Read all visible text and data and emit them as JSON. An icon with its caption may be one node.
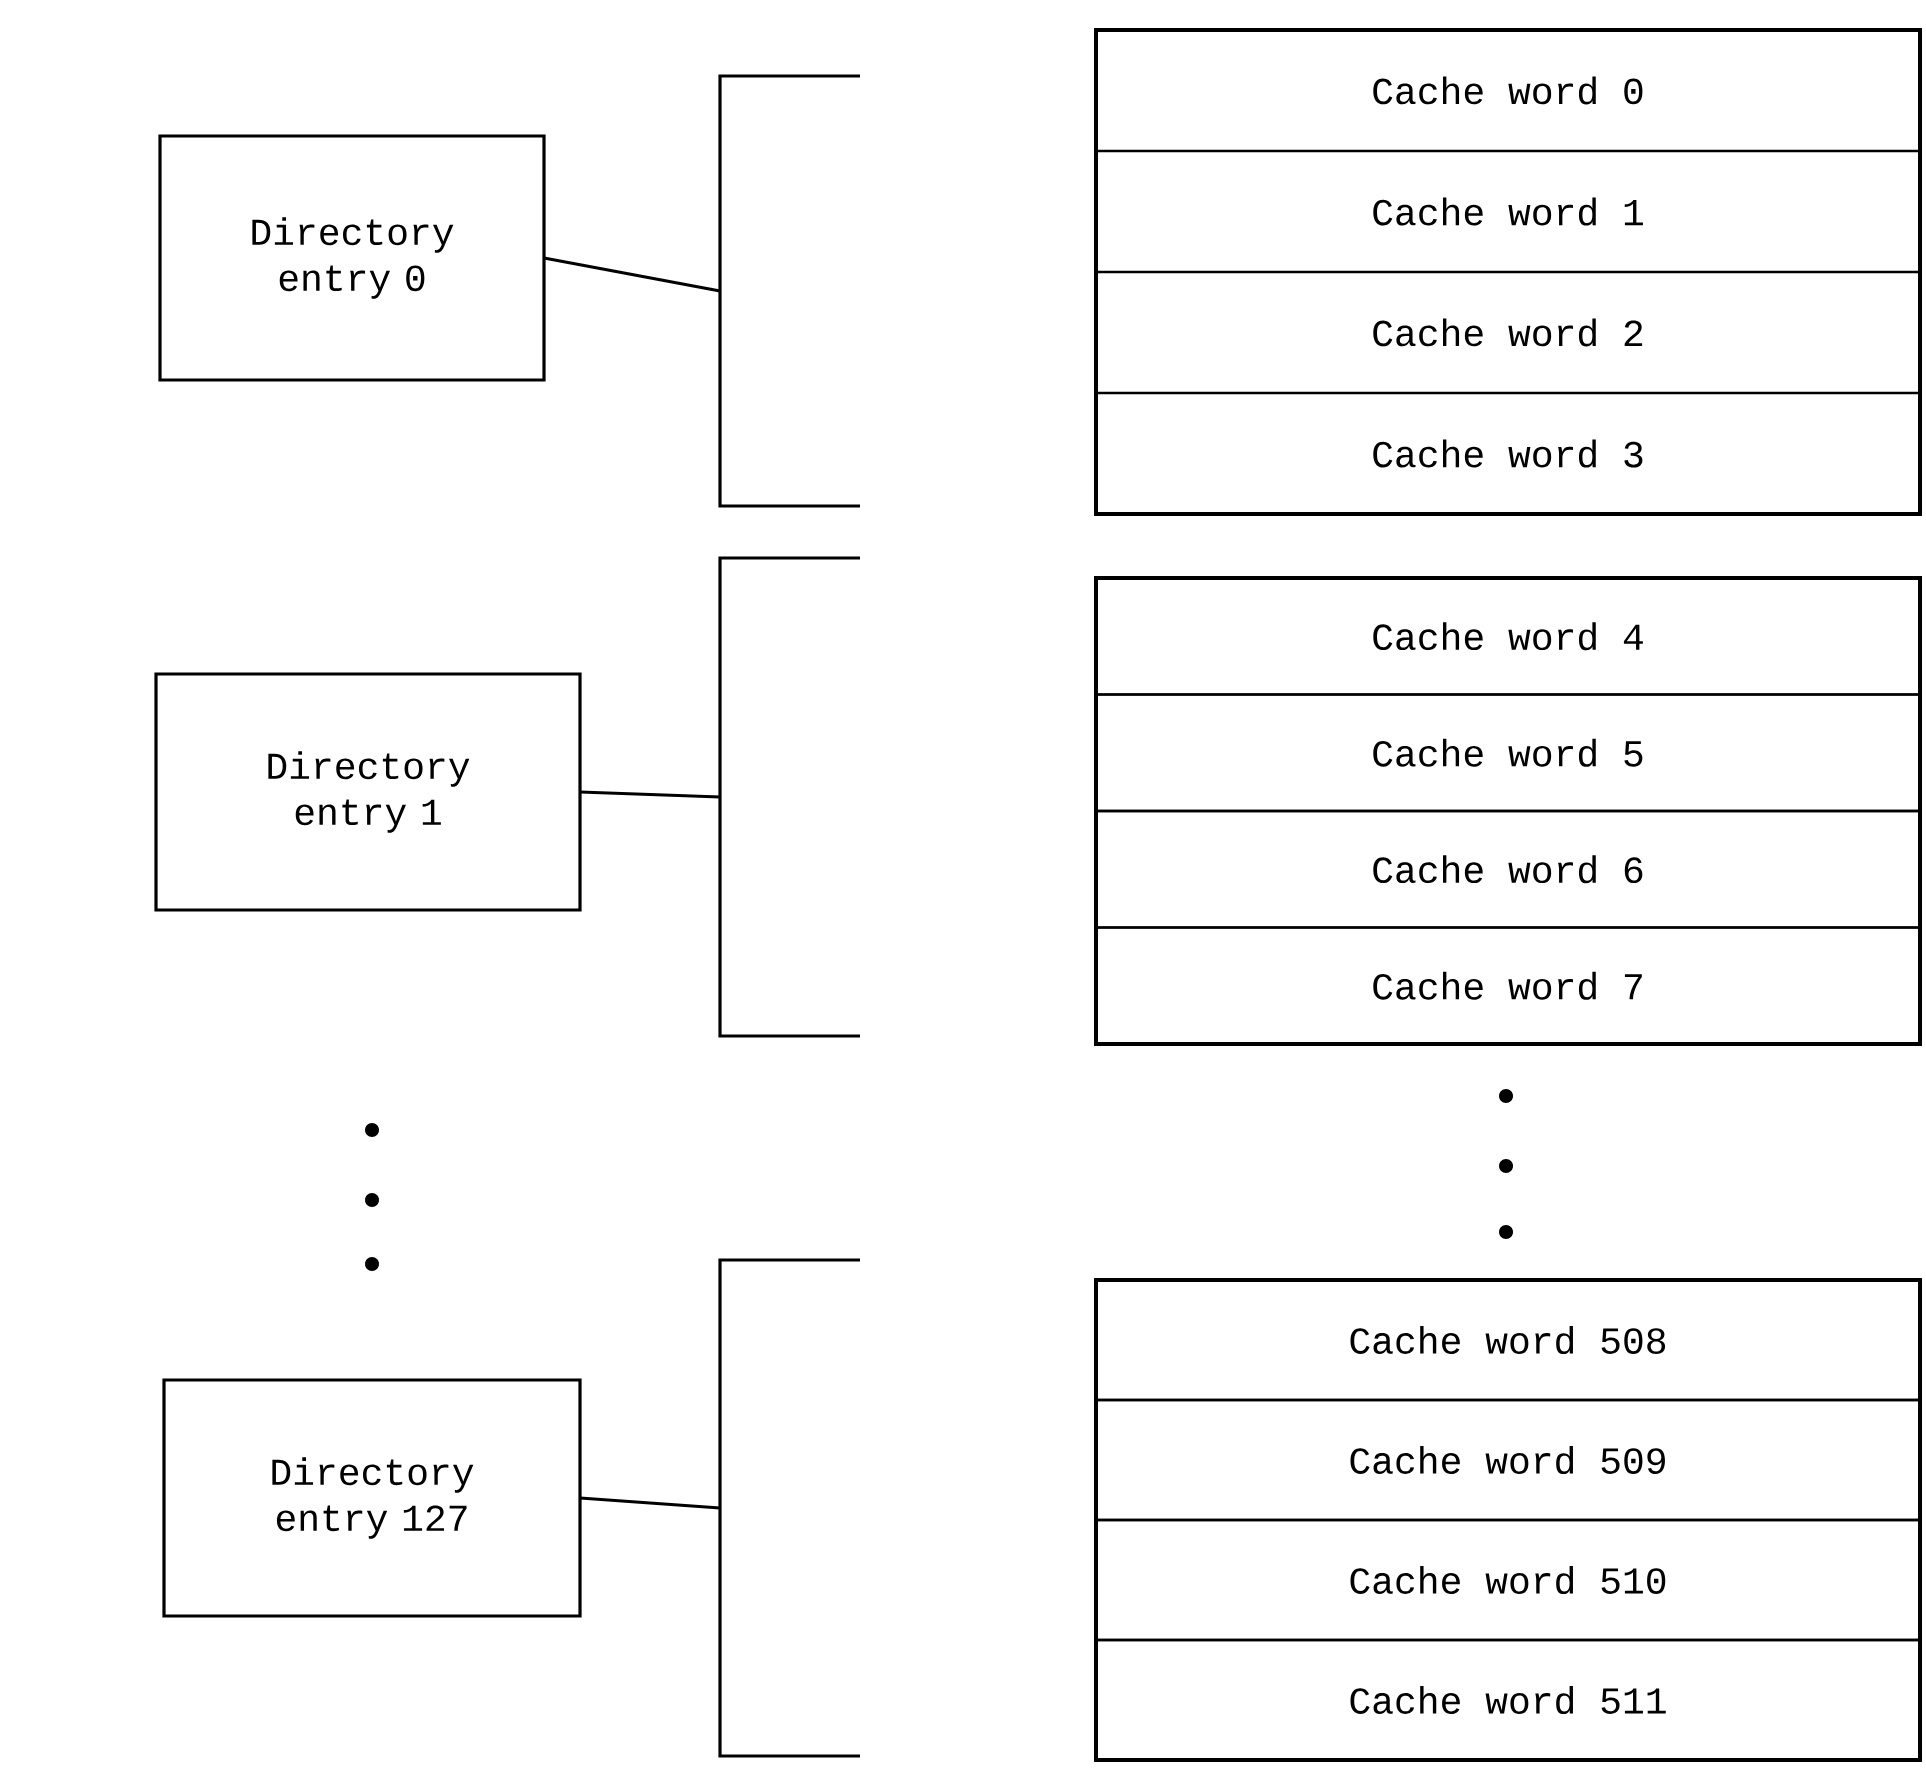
{
  "diagram": {
    "nodes": [
      {
        "text": [
          "Directory entry 0"
        ]
      },
      {
        "text": [],
        "shape": "bracket"
      },
      {
        "text": [],
        "shape": "box"
      },
      {
        "text": [
          "Cache word 0"
        ],
        "in": 2
      },
      {
        "text": [
          "Cache word 1"
        ],
        "in": 2
      },
      {
        "text": [
          "Cache word 2"
        ],
        "in": 2
      },
      {
        "text": [
          "Cache word 3"
        ],
        "in": 2
      },
      {
        "text": [
          "Directory entry 1"
        ]
      },
      {
        "text": [],
        "shape": "bracket"
      },
      {
        "text": [],
        "shape": "box"
      },
      {
        "text": [
          "Cache word 4"
        ],
        "in": 9
      },
      {
        "text": [
          "Cache word 5"
        ],
        "in": 9
      },
      {
        "text": [
          "Cache word 6"
        ],
        "in": 9
      },
      {
        "text": [
          "Cache word 7"
        ],
        "in": 9
      },
      {
        "text": [
          "Directory entry 127"
        ]
      },
      {
        "text": [],
        "shape": "bracket"
      },
      {
        "text": [],
        "shape": "box"
      },
      {
        "text": [
          "Cache word 508"
        ],
        "in": 16
      },
      {
        "text": [
          "Cache word 509"
        ],
        "in": 16
      },
      {
        "text": [
          "Cache word 510"
        ],
        "in": 16
      },
      {
        "text": [
          "Cache word 511"
        ],
        "in": 16
      }
    ],
    "edges": [
      {
        "from": 0,
        "to": 1,
        "arrow": "none"
      },
      {
        "from": 7,
        "to": 8,
        "arrow": "none"
      },
      {
        "from": 14,
        "to": 15,
        "arrow": "none"
      }
    ]
  }
}
